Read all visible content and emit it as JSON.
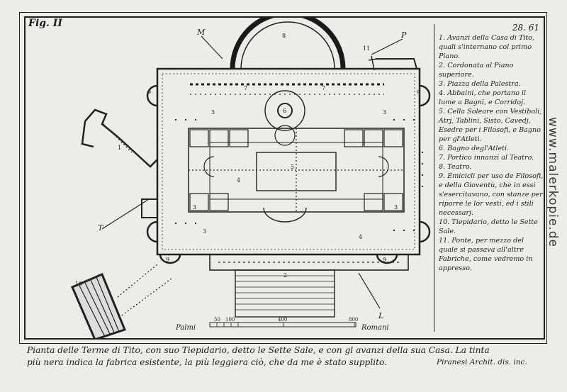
{
  "figure": {
    "label": "Fig. II",
    "plate_number": "28. 61"
  },
  "legend": {
    "items": [
      "1. Avanzi della Casa di Tito, quali s'internano col primo Piano.",
      "2. Cordonata al Piano superiore.",
      "3. Piazza della Palestra.",
      "4. Abbaini, che portano il lume a Bagni, e Corridoj.",
      "5. Cella Soleare con Vestiboli, Atrj, Tablini, Sisto, Cavedj, Esedre per i Filosofi, e Bagno per gl'Atleti.",
      "6. Bagno degl'Atleti.",
      "7. Portico innanzi al Teatro.",
      "8. Teatro.",
      "9. Emicicli per uso de Filosofi, e della Gioventù, che in essi s'esercitavano, con stanze per riporre le lor vesti, ed i stili necessarj.",
      "10. Tiepidario, detto le Sette Sale.",
      "11. Ponte, per mezzo del quale si passava all'altre Fabriche, come vedremo in appresso."
    ]
  },
  "plan": {
    "orientation_letters": {
      "M": "M",
      "P": "P",
      "T": "T",
      "L": "L"
    },
    "room_numbers": [
      "1",
      "2",
      "3",
      "3",
      "3",
      "3",
      "3",
      "4",
      "4",
      "5",
      "6",
      "7",
      "7",
      "8",
      "9",
      "9",
      "9",
      "9",
      "10",
      "11"
    ]
  },
  "scale": {
    "left_label": "Palmi",
    "right_label": "Romani",
    "ticks": [
      "50",
      "100",
      "400",
      "800"
    ]
  },
  "caption": {
    "line1": "Pianta delle Terme di Tito, con suo Tiepidario, detto le Sette Sale, e con gl avanzi della sua Casa. La tinta",
    "line2": "più nera indica la fabrica esistente, la più leggiera ciò, che da me è stato supplito."
  },
  "signature": "Piranesi Archit. dis. inc.",
  "watermark": "www.malerkopie.de"
}
